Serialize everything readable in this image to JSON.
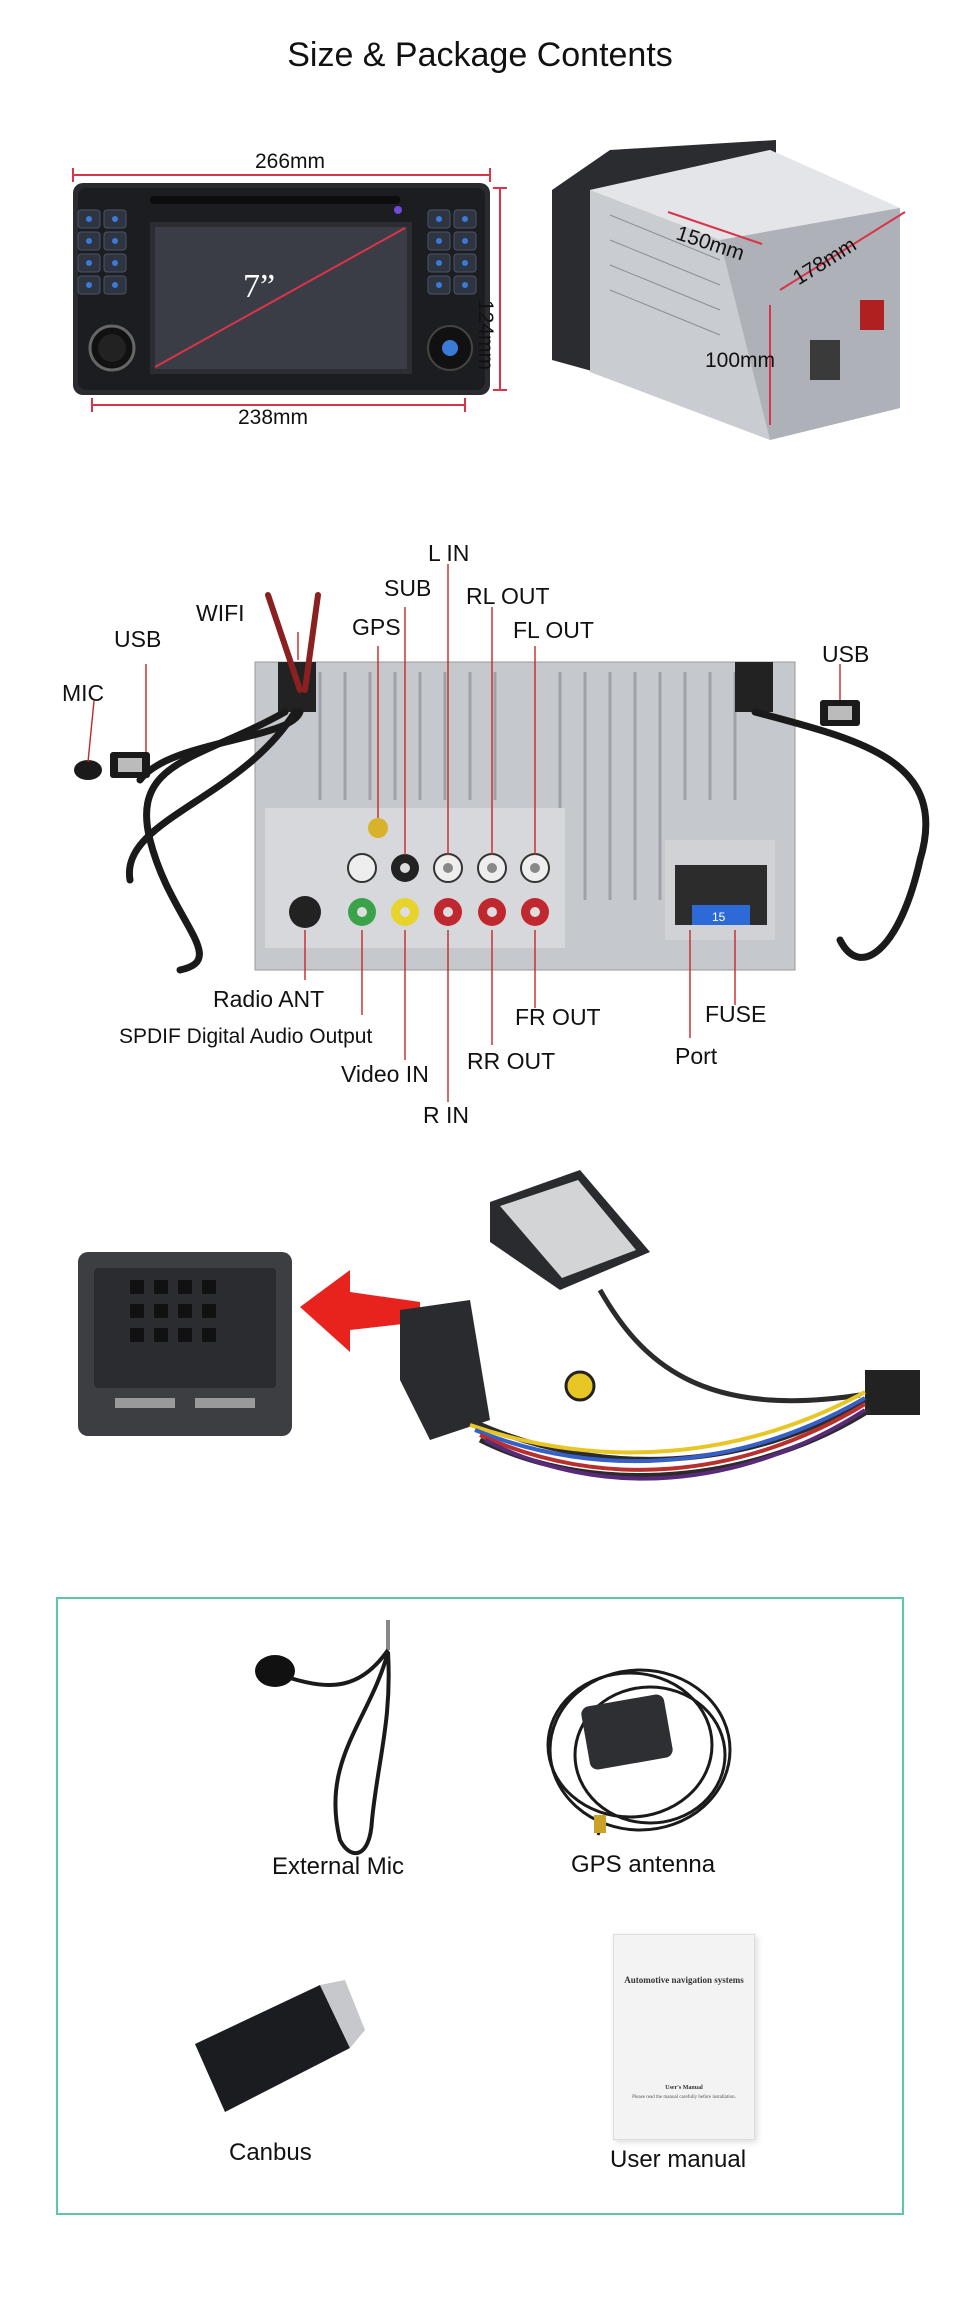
{
  "page_title": "Size & Package Contents",
  "dimensions": {
    "width_top": "266mm",
    "width_bottom": "238mm",
    "height": "124mm",
    "screen": "7”",
    "depth_side": "150mm",
    "depth_top": "178mm",
    "height_back": "100mm"
  },
  "rear_labels": {
    "l_in": "L IN",
    "sub": "SUB",
    "rl_out": "RL OUT",
    "wifi": "WIFI",
    "gps": "GPS",
    "fl_out": "FL OUT",
    "usb_left": "USB",
    "usb_right": "USB",
    "mic": "MIC",
    "radio_ant": "Radio ANT",
    "spdif": "SPDIF Digital Audio Output",
    "fr_out": "FR OUT",
    "fuse": "FUSE",
    "video_in": "Video IN",
    "rr_out": "RR OUT",
    "port": "Port",
    "r_in": "R IN",
    "fuse_value": "15"
  },
  "package": {
    "external_mic": "External Mic",
    "gps_antenna": "GPS antenna",
    "canbus": "Canbus",
    "user_manual": "User manual",
    "manual_title": "Automotive navigation systems",
    "manual_sub": "User's Manual",
    "manual_note": "Please read the manual carefully before installation."
  },
  "colors": {
    "accent_frame": "#5dc6a6",
    "dimension_line": "#d9344a",
    "arrow": "#e8231e"
  }
}
